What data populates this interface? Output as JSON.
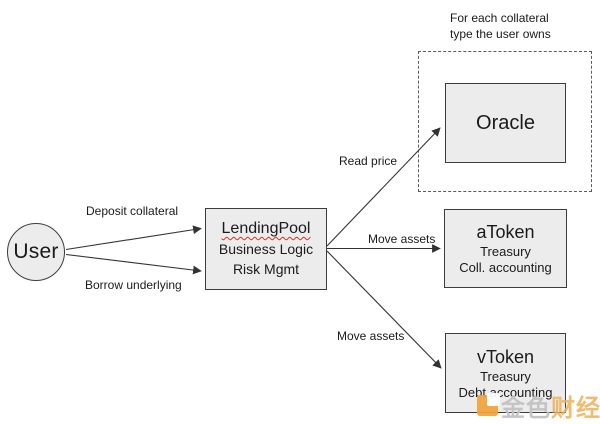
{
  "annotation": {
    "line1": "For each collateral",
    "line2": "type the user owns"
  },
  "nodes": {
    "user": {
      "label": "User"
    },
    "lending_pool": {
      "title": "LendingPool",
      "line1": "Business Logic",
      "line2": "Risk Mgmt"
    },
    "oracle": {
      "title": "Oracle"
    },
    "atoken": {
      "title": "aToken",
      "line1": "Treasury",
      "line2": "Coll. accounting"
    },
    "vtoken": {
      "title": "vToken",
      "line1": "Treasury",
      "line2": "Debt accounting"
    }
  },
  "edges": [
    {
      "from": "user",
      "to": "lending_pool",
      "label": "Deposit collateral"
    },
    {
      "from": "user",
      "to": "lending_pool",
      "label": "Borrow underlying"
    },
    {
      "from": "lending_pool",
      "to": "oracle",
      "label": "Read price"
    },
    {
      "from": "lending_pool",
      "to": "atoken",
      "label": "Move assets"
    },
    {
      "from": "lending_pool",
      "to": "vtoken",
      "label": "Move assets"
    }
  ],
  "watermark": {
    "part1": "金色",
    "part2": "财经"
  },
  "colors": {
    "background": "#ffffff",
    "box_fill": "#ececec",
    "box_border": "#3c3c3c",
    "dashed_border": "#5a5a5a",
    "arrow": "#333333",
    "spellcheck_squiggle": "#d93025",
    "watermark_orange": "#f2a43b",
    "watermark_gray": "#bbbbbb"
  }
}
